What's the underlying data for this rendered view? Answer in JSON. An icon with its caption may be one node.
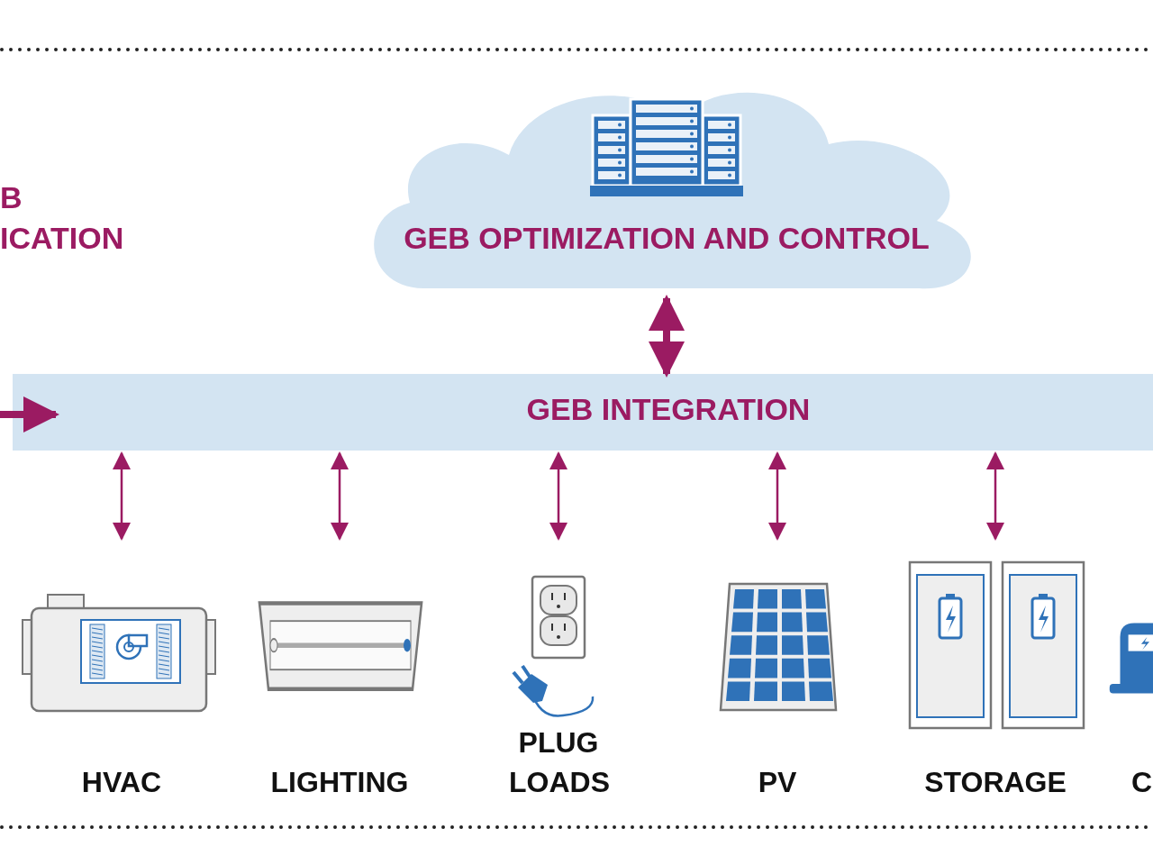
{
  "diagram": {
    "nodes": [
      {
        "text": [
          "GEB OPTIMIZATION AND CONTROL"
        ]
      },
      {
        "text": [
          "GEB INTEGRATION"
        ]
      },
      {
        "text": [
          "HVAC"
        ]
      },
      {
        "text": [
          "LIGHTING"
        ]
      },
      {
        "text": [
          "PLUG LOADS"
        ]
      },
      {
        "text": [
          "PV"
        ]
      },
      {
        "text": [
          "STORAGE"
        ]
      },
      {
        "text": [
          "C"
        ]
      }
    ],
    "edges": [
      {
        "from": 0,
        "to": 1,
        "arrow": "both",
        "style": "thick"
      },
      {
        "from": null,
        "to": 1,
        "arrow": "to",
        "style": "thick"
      },
      {
        "from": 1,
        "to": 2,
        "arrow": "both"
      },
      {
        "from": 1,
        "to": 3,
        "arrow": "both"
      },
      {
        "from": 1,
        "to": 4,
        "arrow": "both"
      },
      {
        "from": 1,
        "to": 5,
        "arrow": "both"
      },
      {
        "from": 1,
        "to": 6,
        "arrow": "both"
      }
    ],
    "labels": [
      "B",
      "ICATION"
    ]
  }
}
